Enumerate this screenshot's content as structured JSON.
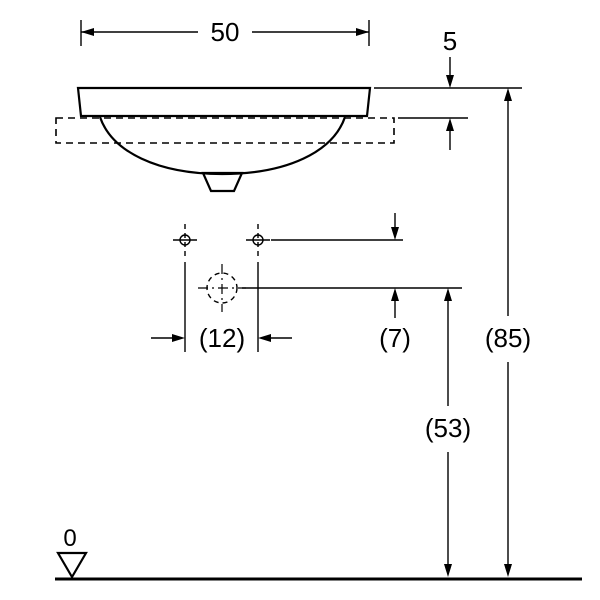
{
  "colors": {
    "ink": "#000000",
    "background": "#ffffff"
  },
  "drawing": {
    "labels": {
      "overall_width": "50",
      "rim_above_counter": "5",
      "hole_spacing": "(12)",
      "hole_offset": "(7)",
      "tap_hole_height": "(53)",
      "overall_height": "(85)",
      "datum": "0"
    }
  }
}
